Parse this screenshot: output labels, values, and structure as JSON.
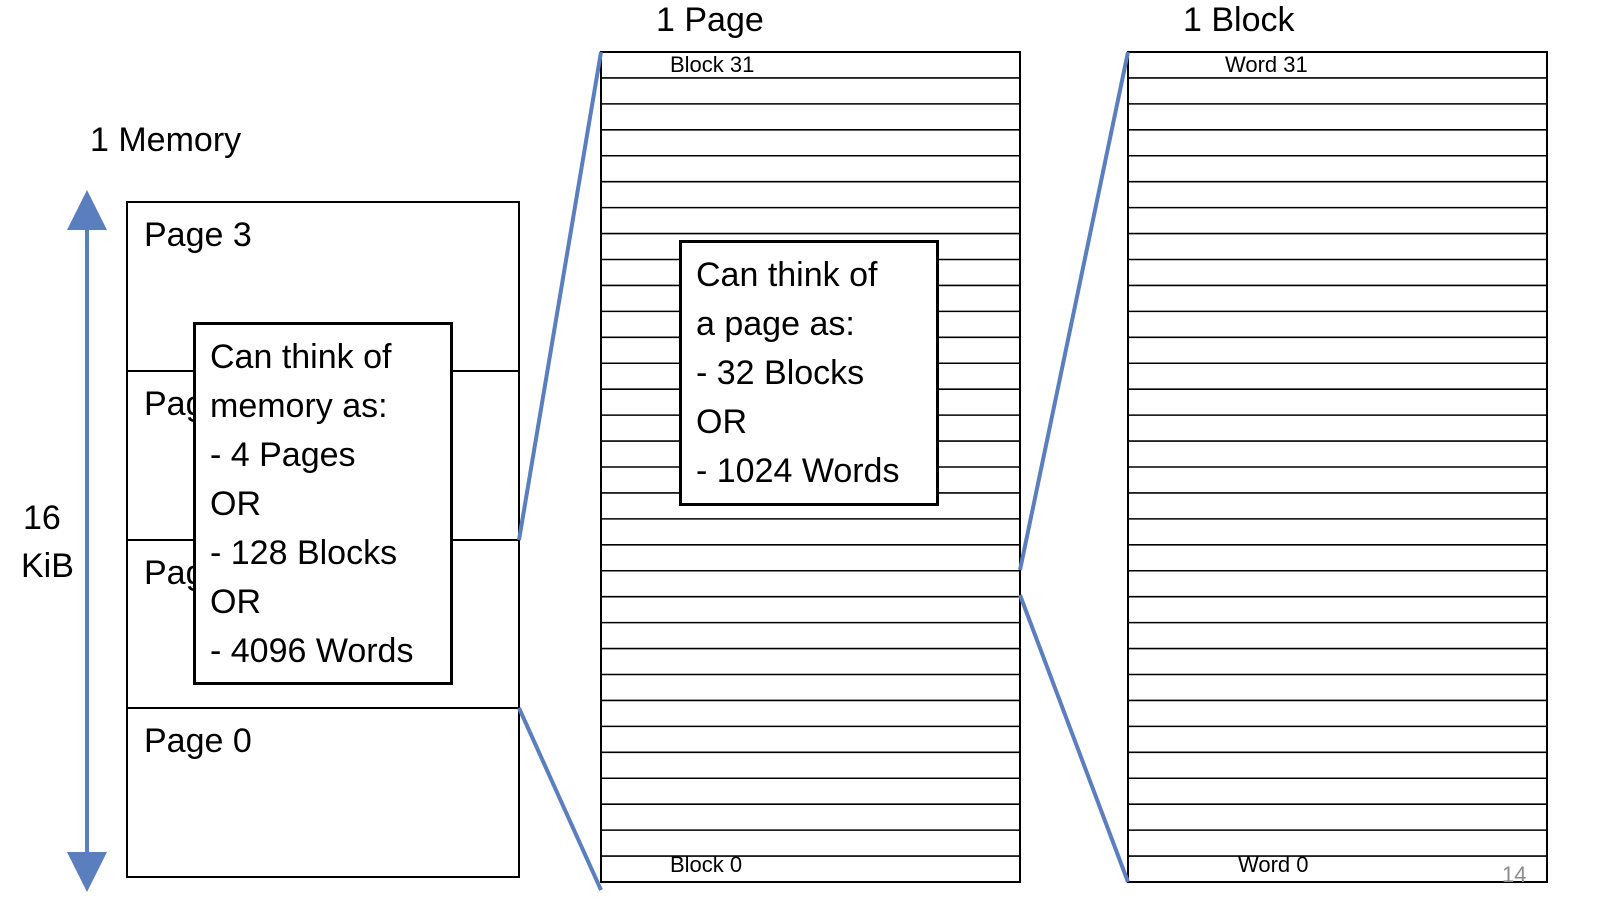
{
  "memory": {
    "title": "1 Memory",
    "size_value": "16",
    "size_unit": "KiB",
    "pages": [
      "Page 3",
      "Pag",
      "Pag",
      "Page 0"
    ],
    "callout": [
      "Can think of",
      "memory as:",
      "- 4 Pages",
      "OR",
      "- 128 Blocks",
      "OR",
      "- 4096 Words"
    ]
  },
  "page": {
    "title": "1 Page",
    "top_label": "Block 31",
    "bottom_label": "Block 0",
    "row_count": 32,
    "callout": [
      "Can think of",
      "a page as:",
      "- 32 Blocks",
      "OR",
      "- 1024 Words"
    ]
  },
  "block": {
    "title": "1 Block",
    "top_label": "Word 31",
    "bottom_label": "Word 0",
    "row_count": 32
  },
  "slide_number": "14",
  "colors": {
    "connector": "#5b7fbe",
    "grid": "#000000"
  }
}
